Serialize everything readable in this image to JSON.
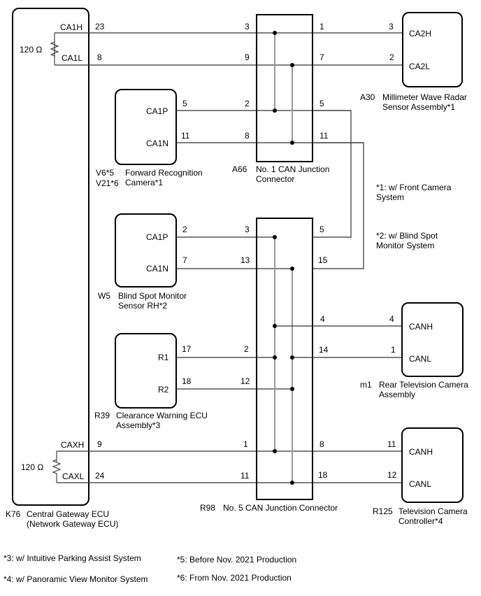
{
  "components": {
    "k76": {
      "code": "K76",
      "name_line1": "Central Gateway ECU",
      "name_line2": "(Network Gateway ECU)",
      "terminals": [
        {
          "label": "CA1H",
          "pin": "23"
        },
        {
          "label": "CA1L",
          "pin": "8"
        },
        {
          "label": "CAXH",
          "pin": "9"
        },
        {
          "label": "CAXL",
          "pin": "24"
        }
      ],
      "resistor_top": "120 Ω",
      "resistor_bottom": "120 Ω"
    },
    "forward_camera": {
      "code_line1": "V6*5",
      "code_line2": "V21*6",
      "name_line1": "Forward Recognition",
      "name_line2": "Camera*1",
      "terminals": [
        {
          "label": "CA1P",
          "pin": "5"
        },
        {
          "label": "CA1N",
          "pin": "11"
        }
      ]
    },
    "bsm": {
      "code": "W5",
      "name_line1": "Blind Spot Monitor",
      "name_line2": "Sensor RH*2",
      "terminals": [
        {
          "label": "CA1P",
          "pin": "2"
        },
        {
          "label": "CA1N",
          "pin": "7"
        }
      ]
    },
    "clearance": {
      "code": "R39",
      "name_line1": "Clearance Warning ECU",
      "name_line2": "Assembly*3",
      "terminals": [
        {
          "label": "R1",
          "pin": "17"
        },
        {
          "label": "R2",
          "pin": "18"
        }
      ]
    },
    "a66": {
      "code": "A66",
      "name_line1": "No. 1 CAN Junction",
      "name_line2": "Connector",
      "left_pins": [
        "3",
        "9",
        "2",
        "8"
      ],
      "right_pins": [
        "1",
        "7",
        "5",
        "11"
      ]
    },
    "r98": {
      "code": "R98",
      "name": "No. 5 CAN Junction Connector",
      "left_pins": [
        "3",
        "13",
        "2",
        "12",
        "1",
        "11"
      ],
      "right_pins": [
        "5",
        "15",
        "4",
        "14",
        "8",
        "18"
      ]
    },
    "a30": {
      "code": "A30",
      "name_line1": "Millimeter Wave Radar",
      "name_line2": "Sensor Assembly*1",
      "terminals": [
        {
          "label": "CA2H",
          "pin": "3"
        },
        {
          "label": "CA2L",
          "pin": "2"
        }
      ]
    },
    "m1": {
      "code": "m1",
      "name_line1": "Rear Television Camera",
      "name_line2": "Assembly",
      "terminals": [
        {
          "label": "CANH",
          "pin": "4"
        },
        {
          "label": "CANL",
          "pin": "1"
        }
      ]
    },
    "r125": {
      "code": "R125",
      "name_line1": "Television Camera",
      "name_line2": "Controller*4",
      "terminals": [
        {
          "label": "CANH",
          "pin": "11"
        },
        {
          "label": "CANL",
          "pin": "12"
        }
      ]
    }
  },
  "notes": {
    "n1_line1": "*1: w/ Front Camera",
    "n1_line2": "System",
    "n2_line1": "*2: w/ Blind Spot",
    "n2_line2": "Monitor System",
    "n3": "*3: w/ Intuitive Parking Assist System",
    "n4": "*4: w/ Panoramic View Monitor System",
    "n5": "*5: Before Nov. 2021 Production",
    "n6": "*6: From Nov. 2021 Production"
  },
  "colors": {
    "wire": "#333333",
    "bus": "#999999",
    "outline": "#000000"
  }
}
